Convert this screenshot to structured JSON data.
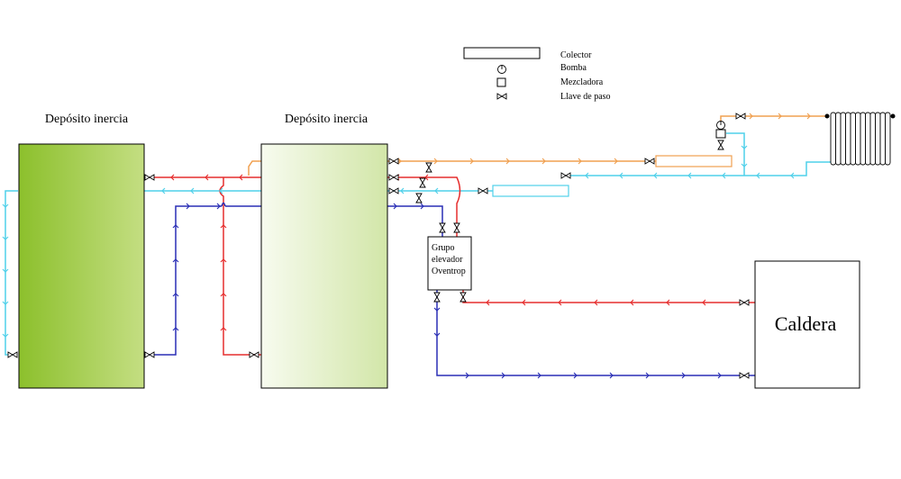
{
  "legend": {
    "collector": "Colector",
    "pump": "Bomba",
    "mixer": "Mezcladora",
    "valve": "Llave de paso"
  },
  "tank_left": {
    "title": "Depósito inercia"
  },
  "tank_center": {
    "title": "Depósito inercia"
  },
  "pump_group": {
    "line1": "Grupo",
    "line2": "elevador",
    "line3": "Oventrop"
  },
  "boiler": {
    "label": "Caldera"
  },
  "colors": {
    "hot": "#e62e2e",
    "return_cold": "#2a2fb5",
    "heating_return": "#4fd0ea",
    "heating_supply": "#f0a050",
    "tank_left_dark": "#8cc02c",
    "tank_left_light": "#c4de82",
    "tank_center_light": "#f7fbef",
    "tank_center_dark": "#d2e6a8"
  }
}
